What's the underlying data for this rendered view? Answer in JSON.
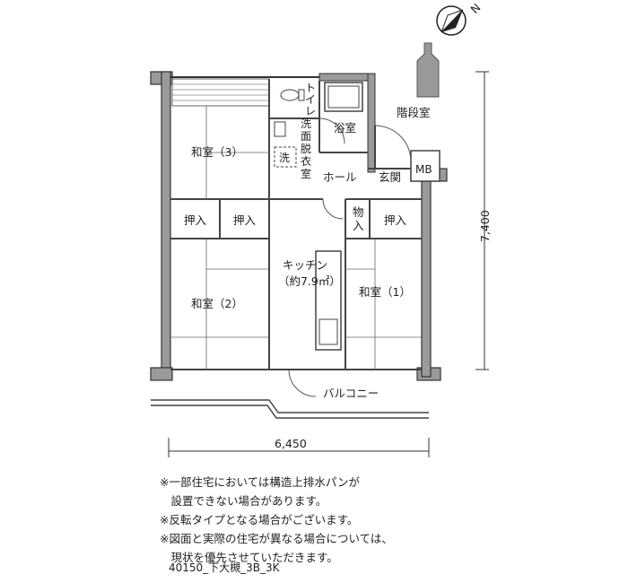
{
  "rooms": {
    "washitsu3": "和室（3）",
    "washitsu2": "和室（2）",
    "washitsu1": "和室（1）",
    "oshiire_a": "押入",
    "oshiire_b": "押入",
    "oshiire_c": "押入",
    "monoire_1": "物",
    "monoire_2": "入",
    "kitchen": "キッチン",
    "kitchen_area": "（約7.9㎡）",
    "hall": "ホール",
    "genkan": "玄関",
    "mb": "MB",
    "yokushitsu": "浴室",
    "kaidanshitsu": "階段室",
    "balcony": "バルコニー",
    "toilet": [
      "ト",
      "イ",
      "レ"
    ],
    "senmen": [
      "洗",
      "面",
      "脱",
      "衣",
      "室"
    ],
    "sen": "洗"
  },
  "dimensions": {
    "height_label": "7,400",
    "width_label": "6,450"
  },
  "compass": {
    "label": "N"
  },
  "notes": [
    "※一部住宅においては構造上排水パンが",
    "　設置できない場合があります。",
    "※反転タイプとなる場合がございます。",
    "※図面と実際の住宅が異なる場合については、",
    "　現状を優先させていただきます。"
  ],
  "plan_code": "40150_下大槻_3B_3K"
}
